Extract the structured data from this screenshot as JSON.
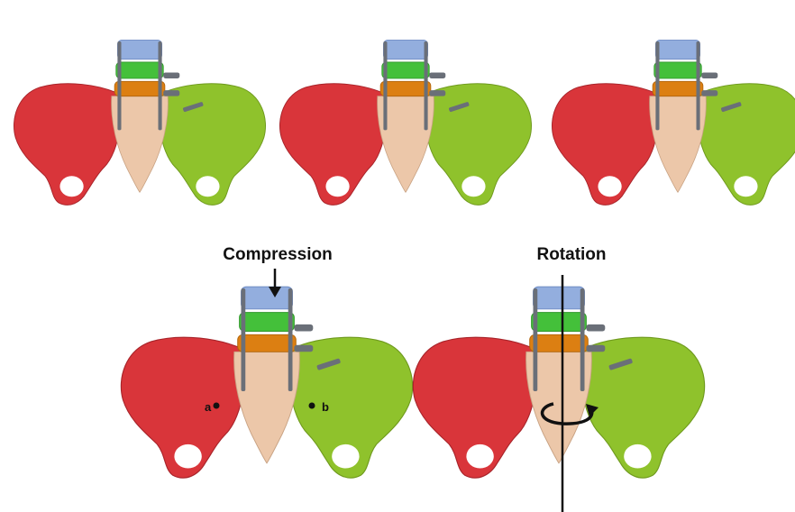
{
  "labels": {
    "compression": "Compression",
    "rotation": "Rotation",
    "point_a": "a",
    "point_b": "b"
  },
  "colors": {
    "right_ilium": "#8fc22c",
    "left_ilium": "#d9353a",
    "sacrum": "#ecc7a9",
    "l3_vertebra": "#93aede",
    "l4_vertebra": "#44c03a",
    "l5_vertebra": "#dc7f12",
    "implant": "#6a6f78"
  }
}
